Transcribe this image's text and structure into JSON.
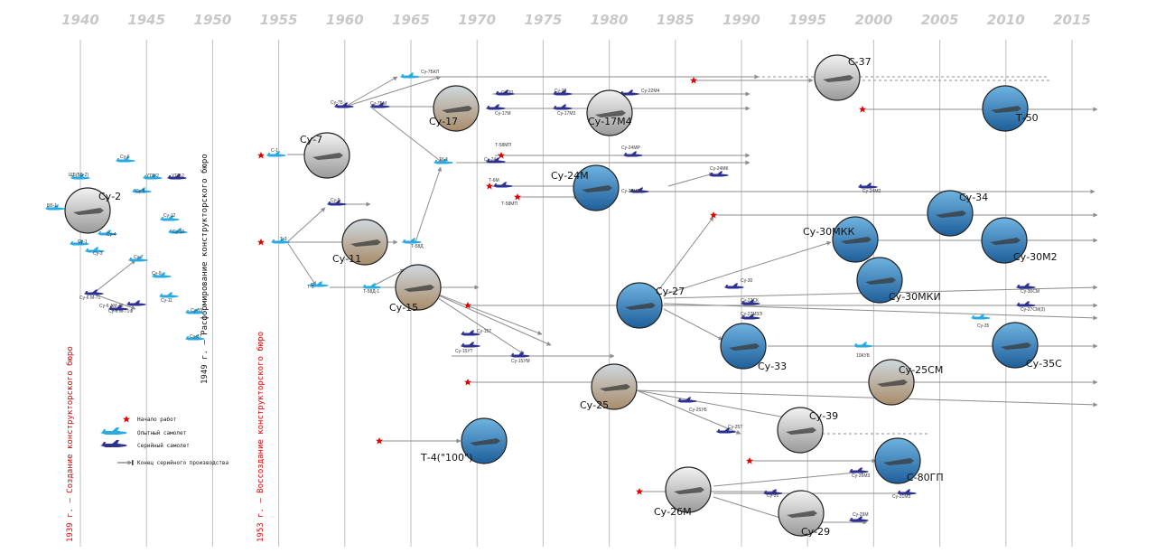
{
  "timeline": {
    "years": [
      "1940",
      "1945",
      "1950",
      "1955",
      "1960",
      "1965",
      "1970",
      "1975",
      "1980",
      "1985",
      "1990",
      "1995",
      "2000",
      "2005",
      "2010",
      "2015"
    ],
    "colors": {
      "experimental": "#29abe2",
      "serial": "#2e3192",
      "arrow": "#8c8c8c",
      "star": "#e00000",
      "grid": "#bfbfbf"
    }
  },
  "vertical_texts": {
    "founding": "1939 г. — Создание конструкторского бюро",
    "disband": "1949 г. — Расформирование конструкторского бюро",
    "restore": "1953 г. — Воссоздание конструкторского бюро"
  },
  "legend": {
    "start": "Начало работ",
    "experimental": "Опытный самолет",
    "serial": "Серийный самолет",
    "end": "Конец серийного производства"
  },
  "major_aircraft": [
    "Су-2",
    "Су-7",
    "Су-17",
    "Су-17М4",
    "Су-24М",
    "Су-11",
    "Су-15",
    "Су-27",
    "Су-25",
    "Т-4(\"100\")",
    "С-37",
    "Т-50",
    "Су-34",
    "Су-30МКК",
    "Су-30М2",
    "Су-30МКИ",
    "Су-33",
    "Су-35С",
    "Су-25СМ",
    "Су-39",
    "С-80ГП",
    "Су-26М",
    "Су-29"
  ],
  "small_labels": [
    "ББ-1",
    "ШБ(ББ-2)",
    "Су-1",
    "Су-3",
    "Су-4",
    "Су-6",
    "Су-5",
    "УТБ-2",
    "УТБ-2",
    "Су-12",
    "Су-10",
    "Су-6 М-71",
    "Су-7",
    "Су-6 АМ-42",
    "Су-6 М-71Ф",
    "Су-9",
    "Су-11",
    "Су-15",
    "Су-17",
    "С-1",
    "Т-3",
    "Су-9",
    "Т-5",
    "Т-58Д-1",
    "Т-58Д",
    "Су-7Б",
    "Су-7БМ",
    "Су-7БКЛ",
    "Т6-1",
    "Т-58МП",
    "Су-24",
    "Т-6М",
    "Т-58МП",
    "Су-15Т",
    "Су-15УТ",
    "Су-15УМ",
    "Су-20",
    "Су-17М",
    "Су-22",
    "Су-17М3",
    "Су-22М4",
    "Су-24МР",
    "Су-24МП",
    "Су-24МК",
    "Су-24М2",
    "Су-30",
    "Су-27СК",
    "Су-27М3Э",
    "Су-30СМ",
    "Су-27СМ(3)",
    "Су-35",
    "10КУБ",
    "Су-25УБ",
    "Су-25Т",
    "Су-26М3",
    "Су-31",
    "Су-31М3",
    "Су-29М"
  ]
}
